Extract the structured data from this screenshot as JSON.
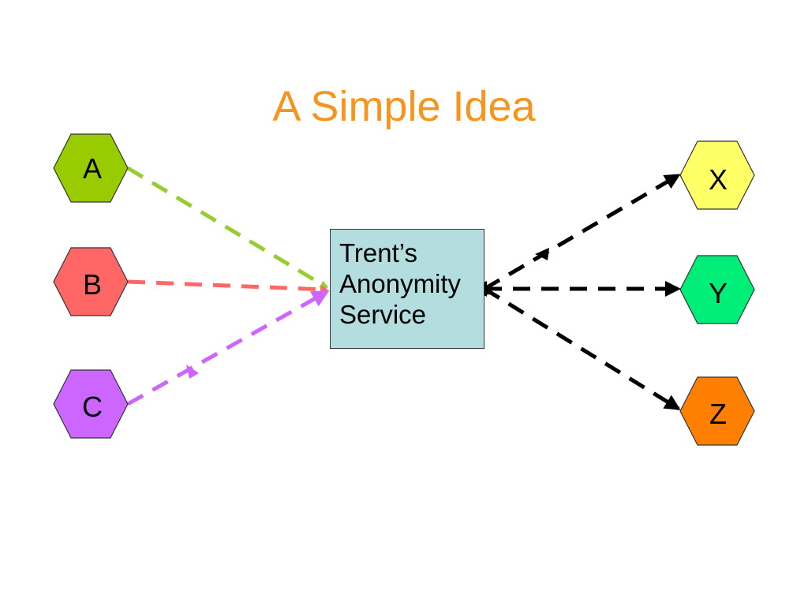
{
  "title": "A Simple Idea",
  "service": {
    "lines": [
      "Trent’s",
      "Anonymity",
      "Service"
    ],
    "fill": "#b4dde0"
  },
  "senders": [
    {
      "id": "a",
      "label": "A",
      "fill": "#99cc00",
      "edge_color": "#99cc33"
    },
    {
      "id": "b",
      "label": "B",
      "fill": "#ff6666",
      "edge_color": "#ff6666"
    },
    {
      "id": "c",
      "label": "C",
      "fill": "#cc66ff",
      "edge_color": "#cc66ff"
    }
  ],
  "receivers": [
    {
      "id": "x",
      "label": "X",
      "fill": "#ffff66"
    },
    {
      "id": "y",
      "label": "Y",
      "fill": "#00ee77"
    },
    {
      "id": "z",
      "label": "Z",
      "fill": "#ff8000"
    }
  ],
  "receiver_edge_color": "#000000"
}
